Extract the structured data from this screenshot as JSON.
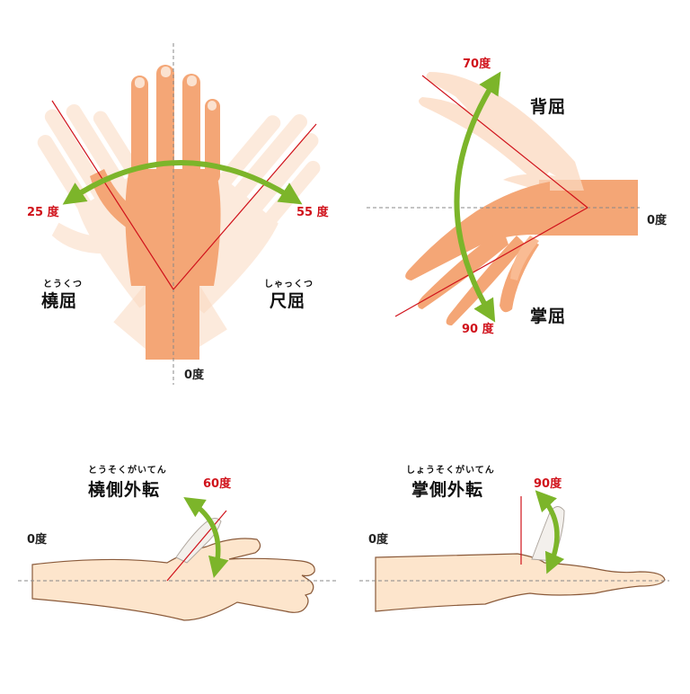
{
  "panels": {
    "radial_ulnar": {
      "radial_angle": "25 度",
      "ulnar_angle": "55 度",
      "zero": "0度",
      "radial_term": "橈屈",
      "radial_ruby": "とうくつ",
      "ulnar_term": "尺屈",
      "ulnar_ruby": "しゃっくつ"
    },
    "dorsal_palmar": {
      "dorsal_angle": "70度",
      "dorsal_term": "背屈",
      "palmar_angle": "90 度",
      "palmar_term": "掌屈",
      "zero": "0度"
    },
    "radial_abduction": {
      "ruby": "とうそくがいてん",
      "term": "橈側外転",
      "angle": "60度",
      "zero": "0度"
    },
    "palmar_abduction": {
      "ruby": "しょうそくがいてん",
      "term": "掌側外転",
      "angle": "90度",
      "zero": "0度"
    }
  },
  "colors": {
    "skin_main": "#f4a676",
    "skin_faded": "#fbd9c0",
    "skin_light": "#fde5cc",
    "arrow": "#7cb52a",
    "angle_line": "#d0121b",
    "ref_line": "#888888",
    "outline": "#8a5a3a"
  }
}
